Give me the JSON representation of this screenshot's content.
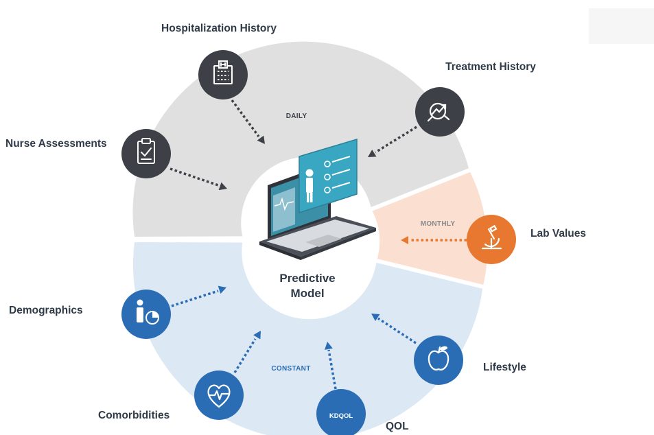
{
  "center": {
    "line1": "Predictive",
    "line2": "Model"
  },
  "segments": {
    "daily": "DAILY",
    "monthly": "MONTHLY",
    "constant": "CONSTANT"
  },
  "nodes": {
    "hospitalization": {
      "label": "Hospitalization History",
      "icon": "hospital-icon"
    },
    "treatment": {
      "label": "Treatment History",
      "icon": "analytics-magnifier-icon"
    },
    "nurse": {
      "label": "Nurse Assessments",
      "icon": "clipboard-check-icon"
    },
    "lab": {
      "label": "Lab Values",
      "icon": "microscope-icon"
    },
    "demographics": {
      "label": "Demographics",
      "icon": "person-pie-chart-icon"
    },
    "lifestyle": {
      "label": "Lifestyle",
      "icon": "apple-icon"
    },
    "comorbidities": {
      "label": "Comorbidities",
      "icon": "heart-pulse-icon"
    },
    "qol": {
      "label": "QOL",
      "badge": "KDQOL"
    }
  },
  "colors": {
    "daily_ring": "#e0e0e0",
    "monthly_ring": "#fbe0d2",
    "constant_ring": "#dce8f4",
    "dark_node": "#3d4147",
    "orange_node": "#e8782f",
    "blue_node": "#2a6db5",
    "label_text": "#2f3a48"
  }
}
